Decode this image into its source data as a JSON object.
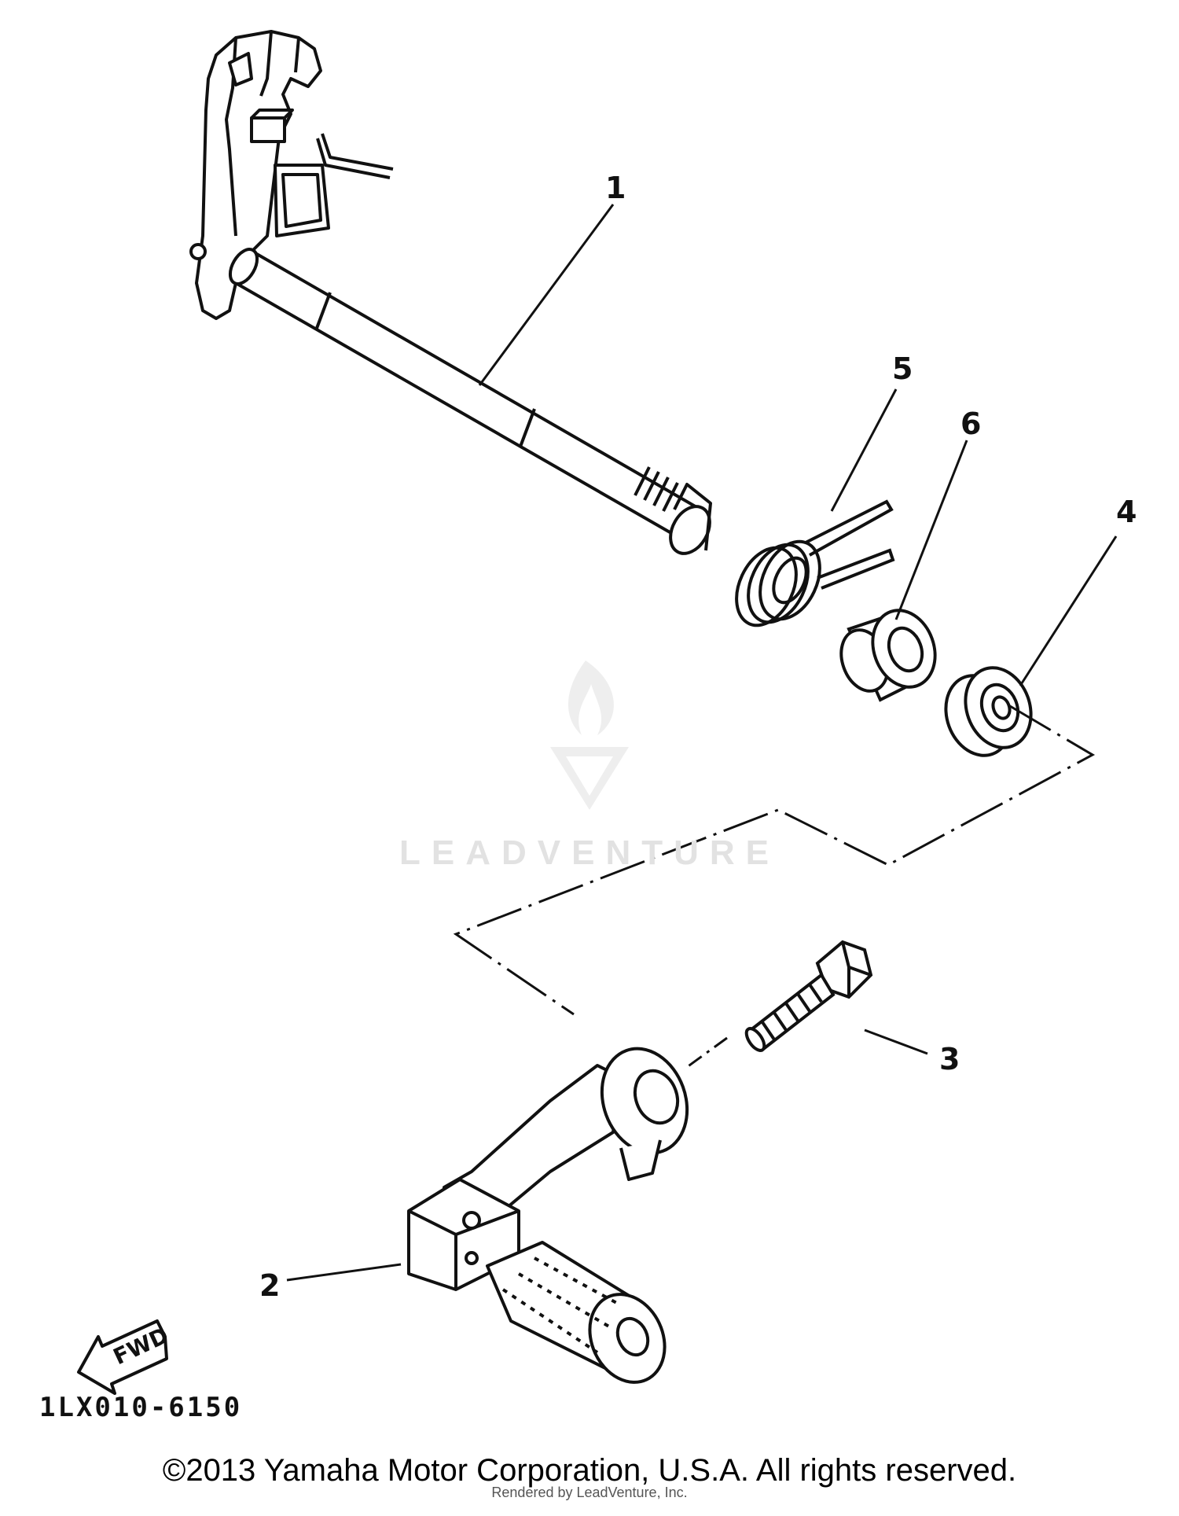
{
  "diagram": {
    "callouts": [
      {
        "id": "1",
        "label": "1"
      },
      {
        "id": "2",
        "label": "2"
      },
      {
        "id": "3",
        "label": "3"
      },
      {
        "id": "4",
        "label": "4"
      },
      {
        "id": "5",
        "label": "5"
      },
      {
        "id": "6",
        "label": "6"
      }
    ],
    "fwd_arrow_label": "FWD",
    "diagram_code": "1LX010-6150"
  },
  "watermark": {
    "text": "LEADVENTURE"
  },
  "footer": {
    "copyright": "©2013 Yamaha Motor Corporation, U.S.A. All rights reserved.",
    "rendered_by": "Rendered by LeadVenture, Inc."
  }
}
